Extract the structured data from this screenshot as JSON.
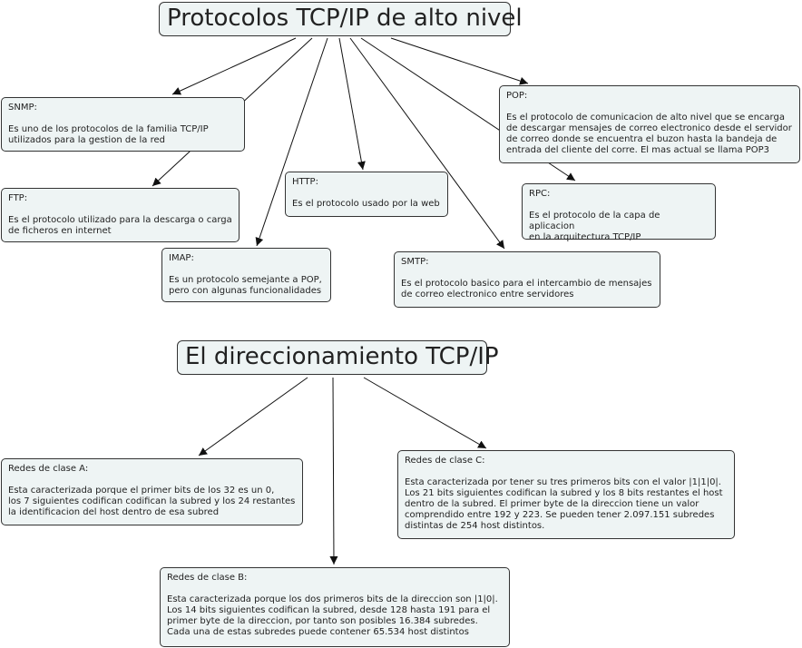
{
  "titles": {
    "protocolos": "Protocolos TCP/IP de alto nivel",
    "direccionamiento": "El direccionamiento TCP/IP"
  },
  "nodes": {
    "snmp": {
      "title": "SNMP:",
      "body": "Es uno de los protocolos de la familia TCP/IP\nutilizados para la gestion de la red"
    },
    "ftp": {
      "title": "FTP:",
      "body": "Es el protocolo utilizado para la descarga o carga\nde ficheros en internet"
    },
    "imap": {
      "title": "IMAP:",
      "body": "Es un protocolo semejante a POP,\n pero con algunas funcionalidades"
    },
    "http": {
      "title": "HTTP:",
      "body": "Es el protocolo usado por la web"
    },
    "smtp": {
      "title": "SMTP:",
      "body": "Es el protocolo basico para el intercambio de mensajes\nde correo electronico entre servidores"
    },
    "pop": {
      "title": "POP:",
      "body": "Es el protocolo de comunicacion de alto nivel que se encarga\nde descargar mensajes de correo electronico desde el servidor\nde correo donde se encuentra el buzon hasta la bandeja de\nentrada del cliente del corre. El mas actual se llama POP3"
    },
    "rpc": {
      "title": "RPC:",
      "body": "Es el protocolo de la capa de aplicacion\nen la arquitectura TCP/IP"
    },
    "clase_a": {
      "title": "Redes de clase A:",
      "body": "Esta caracterizada porque el primer bits de los 32 es un 0,\nlos 7 siguientes codifican codifican la subred y los 24 restantes\nla identificacion del host dentro de esa subred"
    },
    "clase_b": {
      "title": "Redes de clase B:",
      "body": "Esta caracterizada porque los dos primeros bits de la direccion son |1|0|.\nLos 14 bits siguientes codifican la subred, desde 128 hasta 191 para el\nprimer byte de la direccion, por tanto son posibles 16.384 subredes.\nCada una de estas subredes puede contener 65.534 host distintos"
    },
    "clase_c": {
      "title": "Redes de clase C:",
      "body": "Esta caracterizada por tener su tres primeros bits con el valor |1|1|0|.\nLos 21 bits siguientes codifican la subred y los 8 bits restantes el host\ndentro de la subred. El primer byte de la direccion tiene un valor\ncomprendido entre 192 y 223. Se pueden tener 2.097.151 subredes\ndistintas de 254 host distintos."
    }
  }
}
